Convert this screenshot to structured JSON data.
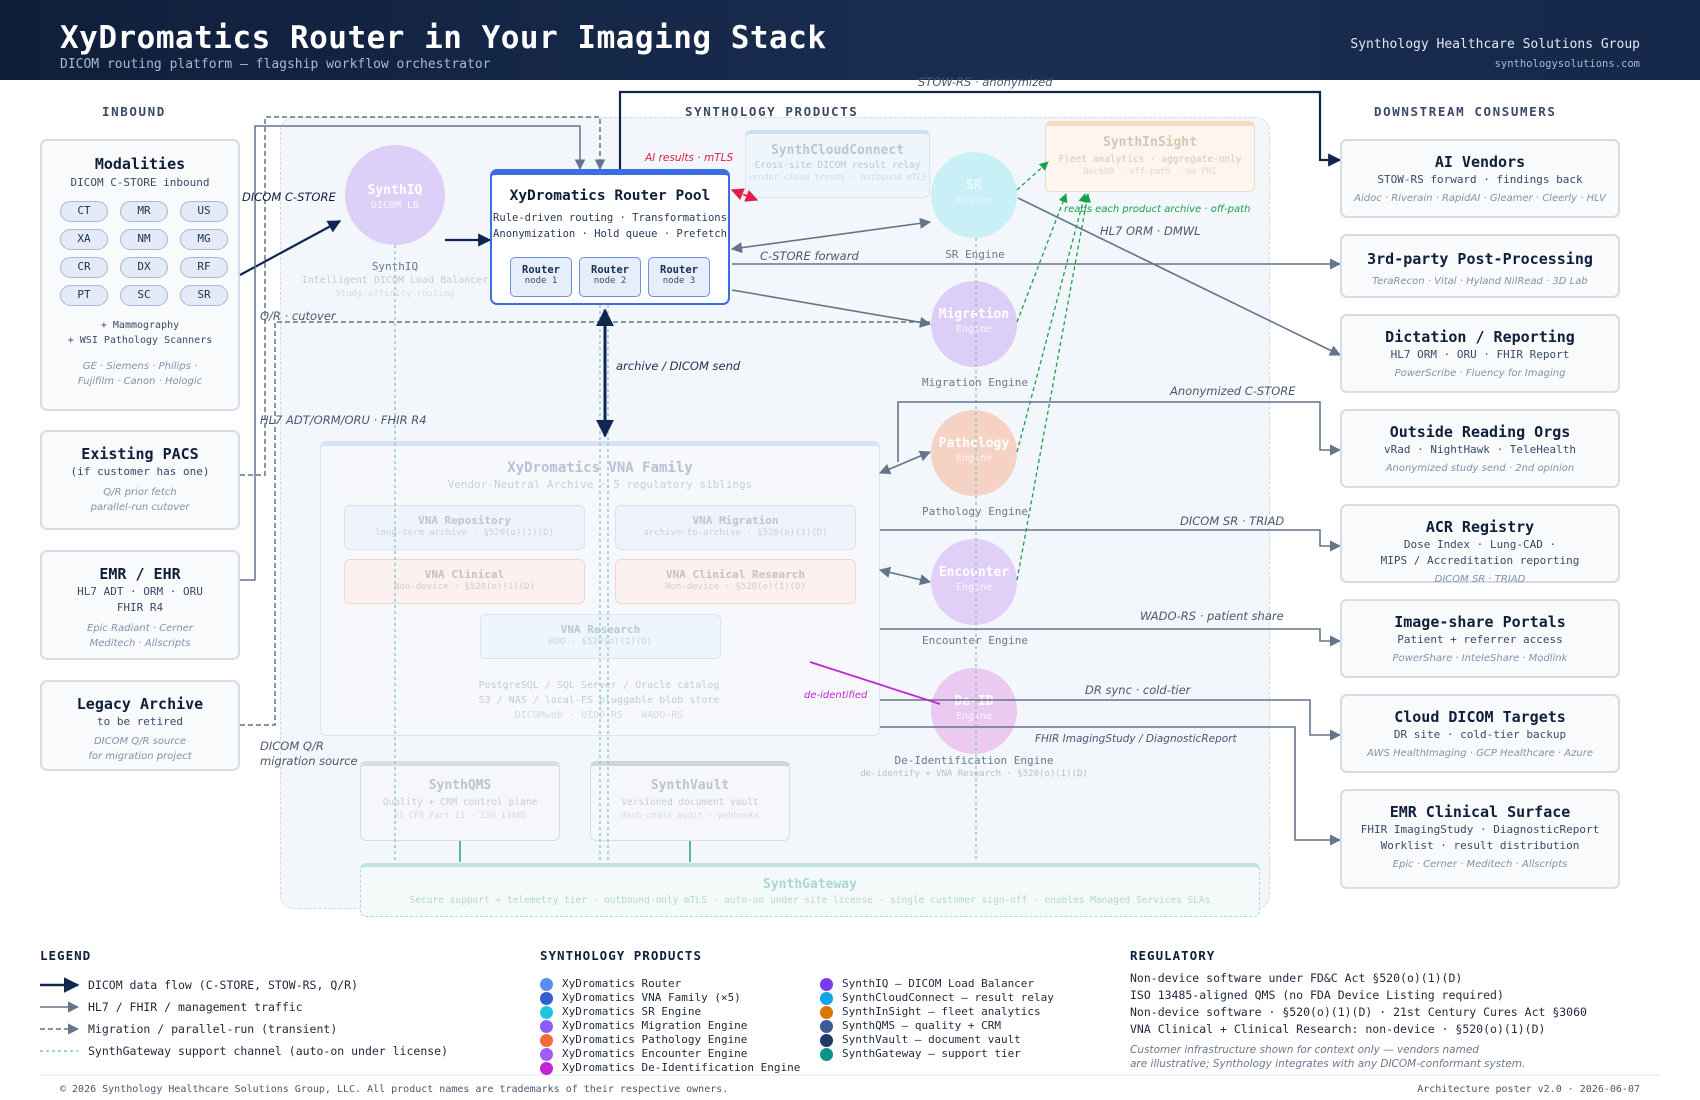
{
  "header": {
    "title": "XyDromatics Router in Your Imaging Stack",
    "subtitle": "DICOM routing platform — flagship workflow orchestrator",
    "org": "Synthology Healthcare Solutions Group",
    "site": "synthologysolutions.com"
  },
  "columns": {
    "inbound": "INBOUND",
    "products": "SYNTHOLOGY PRODUCTS",
    "downstream": "DOWNSTREAM CONSUMERS"
  },
  "inbound": {
    "modalities": {
      "title": "Modalities",
      "sub": "DICOM C-STORE inbound",
      "pills": [
        "CT",
        "MR",
        "US",
        "XA",
        "NM",
        "MG",
        "CR",
        "DX",
        "RF",
        "PT",
        "SC",
        "SR"
      ],
      "extra1": "+ Mammography",
      "extra2": "+ WSI Pathology Scanners",
      "vendors1": "GE · Siemens · Philips ·",
      "vendors2": "Fujifilm · Canon · Hologic"
    },
    "pacs": {
      "title": "Existing PACS",
      "sub": "(if customer has one)",
      "note1": "Q/R prior fetch",
      "note2": "parallel-run cutover"
    },
    "emr": {
      "title": "EMR / EHR",
      "sub1": "HL7 ADT · ORM · ORU",
      "sub2": "FHIR R4",
      "vendors1": "Epic Radiant · Cerner",
      "vendors2": "Meditech · Allscripts"
    },
    "legacy": {
      "title": "Legacy Archive",
      "sub": "to be retired",
      "note1": "DICOM Q/R source",
      "note2": "for migration project"
    }
  },
  "products": {
    "synthiq": {
      "title": "SynthIQ",
      "sub": "DICOM LB",
      "label": "SynthIQ",
      "desc": "Intelligent DICOM Load Balancer",
      "desc2": "Study-affinity routing"
    },
    "router": {
      "title": "XyDromatics Router Pool",
      "line1": "Rule-driven routing · Transformations",
      "line2": "Anonymization · Hold queue · Prefetch",
      "nodes": [
        {
          "name": "Router",
          "id": "node 1"
        },
        {
          "name": "Router",
          "id": "node 2"
        },
        {
          "name": "Router",
          "id": "node 3"
        }
      ]
    },
    "cloudconnect": {
      "title": "SynthCloudConnect",
      "sub": "Cross-site DICOM result relay",
      "sub2": "vendor cloud trends · outbound mTLS"
    },
    "insight": {
      "title": "SynthInSight",
      "sub": "Fleet analytics · aggregate-only",
      "sub2": "DuckDB · off-path · no PHI"
    },
    "sr": {
      "title": "SR",
      "sub": "Engine",
      "label": "SR Engine"
    },
    "migration": {
      "title": "Migration",
      "sub": "Engine",
      "label": "Migration Engine"
    },
    "pathology": {
      "title": "Pathology",
      "sub": "Engine",
      "label": "Pathology Engine"
    },
    "encounter": {
      "title": "Encounter",
      "sub": "Engine",
      "label": "Encounter Engine"
    },
    "deid": {
      "title": "De-ID",
      "sub": "Engine",
      "label": "De-Identification Engine",
      "label2": "de-identify + VNA Research · §520(o)(1)(D)"
    },
    "vna": {
      "title": "XyDromatics VNA Family",
      "sub": "Vendor-Neutral Archive · 5 regulatory siblings",
      "repo": {
        "title": "VNA Repository",
        "sub": "long-term archive · §520(o)(1)(D)"
      },
      "migration": {
        "title": "VNA Migration",
        "sub": "archive-to-archive · §520(o)(1)(D)"
      },
      "clinical": {
        "title": "VNA Clinical",
        "sub": "Non-device · §520(o)(1)(D)"
      },
      "clinical_research": {
        "title": "VNA Clinical Research",
        "sub": "Non-device · §520(o)(1)(D)"
      },
      "research": {
        "title": "VNA Research",
        "sub": "RUO · §520(o)(1)(D)"
      },
      "catalog1": "PostgreSQL / SQL Server / Oracle catalog",
      "catalog2": "S3 / NAS / local-FS pluggable blob store",
      "catalog3": "DICOMweb · QIDO-RS · WADO-RS"
    },
    "qms": {
      "title": "SynthQMS",
      "sub": "Quality + CRM control plane",
      "sub2": "21 CFR Part 11 · ISO 13485"
    },
    "vault": {
      "title": "SynthVault",
      "sub": "Versioned document vault",
      "sub2": "Hash-chain audit · webhooks"
    },
    "gateway": {
      "title": "SynthGateway",
      "sub": "Secure support + telemetry tier · outbound-only mTLS · auto-on under site license · single customer sign-off · enables Managed Services SLAs"
    }
  },
  "edges": {
    "stow": "STOW-RS · anonymized",
    "dicom_cstore": "DICOM C-STORE",
    "ai_results": "AI results · mTLS",
    "reads_archive": "reads each product archive · off-path",
    "hl7_orm": "HL7 ORM · DMWL",
    "cstore_forward": "C-STORE forward",
    "qr_cutover": "Q/R · cutover",
    "archive_send": "archive / DICOM send",
    "hl7_adt": "HL7 ADT/ORM/ORU · FHIR R4",
    "anon_cstore": "Anonymized C-STORE",
    "dicom_sr": "DICOM SR · TRIAD",
    "wado": "WADO-RS · patient share",
    "de_identified": "de-identified",
    "dr_sync": "DR sync · cold-tier",
    "fhir_imaging": "FHIR ImagingStudy / DiagnosticReport",
    "dicom_qr1": "DICOM Q/R",
    "dicom_qr2": "migration source"
  },
  "downstream": [
    {
      "title": "AI Vendors",
      "sub": "STOW-RS forward · findings back",
      "vendors": "Aidoc · Riverain · RapidAI · Gleamer · Cleerly · HLV"
    },
    {
      "title": "3rd-party Post-Processing",
      "vendors": "TeraRecon · Vital · Hyland NilRead · 3D Lab"
    },
    {
      "title": "Dictation / Reporting",
      "sub": "HL7 ORM · ORU · FHIR Report",
      "vendors": "PowerScribe · Fluency for Imaging"
    },
    {
      "title": "Outside Reading Orgs",
      "sub": "vRad · NightHawk · TeleHealth",
      "vendors": "Anonymized study send · 2nd opinion"
    },
    {
      "title": "ACR Registry",
      "sub": "Dose Index · Lung-CAD ·",
      "sub2": "MIPS / Accreditation reporting",
      "vendors": "DICOM SR · TRIAD"
    },
    {
      "title": "Image-share Portals",
      "sub": "Patient + referrer access",
      "vendors": "PowerShare · InteleShare · Modlink"
    },
    {
      "title": "Cloud DICOM Targets",
      "sub": "DR site · cold-tier backup",
      "vendors": "AWS HealthImaging · GCP Healthcare · Azure"
    },
    {
      "title": "EMR Clinical Surface",
      "sub": "FHIR ImagingStudy · DiagnosticReport",
      "sub2": "Worklist · result distribution",
      "vendors": "Epic · Cerner · Meditech · Allscripts"
    }
  ],
  "legend": {
    "title": "LEGEND",
    "items": [
      "DICOM data flow (C-STORE, STOW-RS, Q/R)",
      "HL7 / FHIR / management traffic",
      "Migration / parallel-run (transient)",
      "SynthGateway support channel (auto-on under license)"
    ]
  },
  "product_legend": {
    "title": "SYNTHOLOGY PRODUCTS",
    "col1": [
      {
        "label": "XyDromatics Router",
        "color": "#5b8def"
      },
      {
        "label": "XyDromatics VNA Family (×5)",
        "color": "#2f5fd0"
      },
      {
        "label": "XyDromatics SR Engine",
        "color": "#22c5e0"
      },
      {
        "label": "XyDromatics Migration Engine",
        "color": "#8b5cf6"
      },
      {
        "label": "XyDromatics Pathology Engine",
        "color": "#f06a3a"
      },
      {
        "label": "XyDromatics Encounter Engine",
        "color": "#a35cf0"
      },
      {
        "label": "XyDromatics De-Identification Engine",
        "color": "#c026d3"
      }
    ],
    "col2": [
      {
        "label": "SynthIQ — DICOM Load Balancer",
        "color": "#7c3aed"
      },
      {
        "label": "SynthCloudConnect — result relay",
        "color": "#0ea5e9"
      },
      {
        "label": "SynthInSight — fleet analytics",
        "color": "#d97706"
      },
      {
        "label": "SynthQMS — quality + CRM",
        "color": "#3b5b98"
      },
      {
        "label": "SynthVault — document vault",
        "color": "#1e3a66"
      },
      {
        "label": "SynthGateway — support tier",
        "color": "#0d9488"
      }
    ]
  },
  "regulatory": {
    "title": "REGULATORY",
    "lines": [
      "Non-device software under FD&C Act §520(o)(1)(D)",
      "ISO 13485-aligned QMS (no FDA Device Listing required)",
      "Non-device software · §520(o)(1)(D) · 21st Century Cures Act §3060",
      "VNA Clinical + Clinical Research: non-device · §520(o)(1)(D)"
    ],
    "note1": "Customer infrastructure shown for context only — vendors named",
    "note2": "are illustrative; Synthology integrates with any DICOM-conformant system."
  },
  "footer": {
    "copyright": "© 2026 Synthology Healthcare Solutions Group, LLC. All product names are trademarks of their respective owners.",
    "version": "Architecture poster v2.0 · 2026-06-07"
  },
  "colors": {
    "navy": "#0f1e3a",
    "router_blue": "#3b6fe0",
    "migration_green": "#16a34a",
    "ai_red": "#e11d48",
    "deid_magenta": "#c026d3"
  }
}
